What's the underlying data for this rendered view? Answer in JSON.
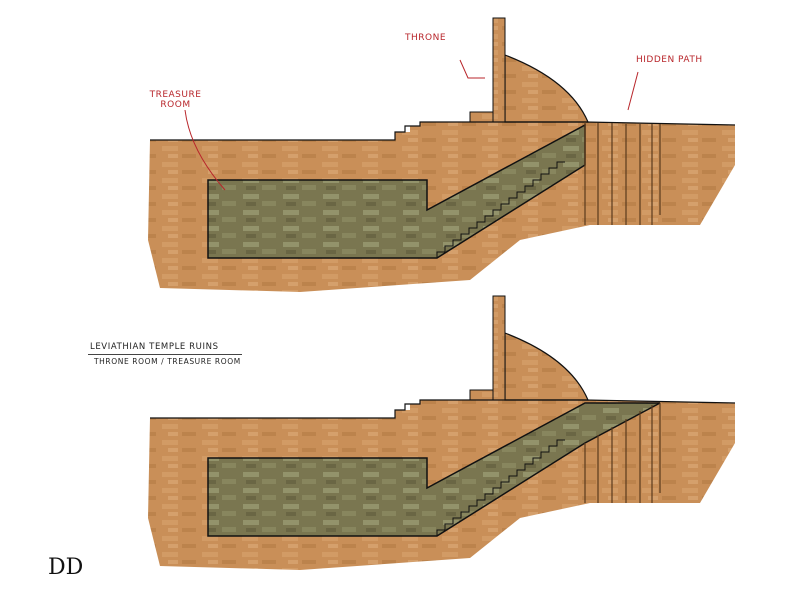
{
  "labels": {
    "throne": "THRONE",
    "treasure_room": "TREASURE ROOM",
    "hidden_path": "HIDDEN PATH"
  },
  "title": {
    "main": "LEVIATHIAN TEMPLE RUINS",
    "subtitle": "THRONE ROOM / TREASURE ROOM"
  },
  "signature": "DD",
  "colors": {
    "earth": "#c98f58",
    "earth_dark": "#b57a45",
    "room": "#7d7a52",
    "label": "#b8262b",
    "outline": "#111111"
  }
}
